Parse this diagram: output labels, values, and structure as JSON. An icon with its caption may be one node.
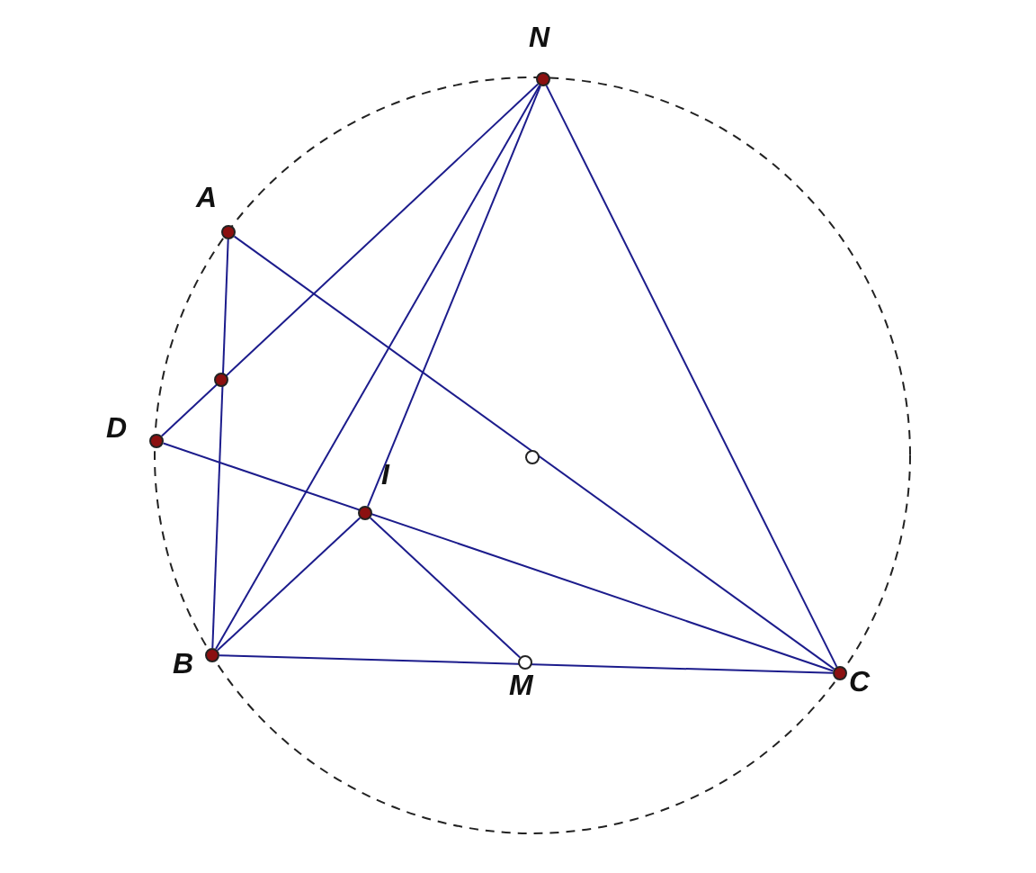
{
  "diagram": {
    "nodes": [
      {
        "text": [
          "N"
        ]
      },
      {
        "text": [
          "A"
        ]
      },
      {
        "text": [
          "D"
        ]
      },
      {
        "text": [
          "I"
        ]
      },
      {
        "text": [
          "B"
        ]
      },
      {
        "text": [
          "M"
        ]
      },
      {
        "text": [
          "C"
        ]
      },
      {
        "text": [],
        "shape": "circle"
      },
      {
        "text": [],
        "shape": "circle"
      }
    ],
    "edges": [
      {
        "from": 1,
        "to": 4,
        "arrow": "none"
      },
      {
        "from": 1,
        "to": 6,
        "arrow": "none"
      },
      {
        "from": 2,
        "to": 6,
        "arrow": "none"
      },
      {
        "from": 0,
        "to": 2,
        "arrow": "none"
      },
      {
        "from": 0,
        "to": 4,
        "arrow": "none"
      },
      {
        "from": 0,
        "to": 3,
        "arrow": "none"
      },
      {
        "from": 0,
        "to": 6,
        "arrow": "none"
      },
      {
        "from": 4,
        "to": 6,
        "arrow": "none"
      },
      {
        "from": 4,
        "to": 3,
        "arrow": "none"
      },
      {
        "from": 3,
        "to": 5,
        "arrow": "none"
      }
    ]
  }
}
